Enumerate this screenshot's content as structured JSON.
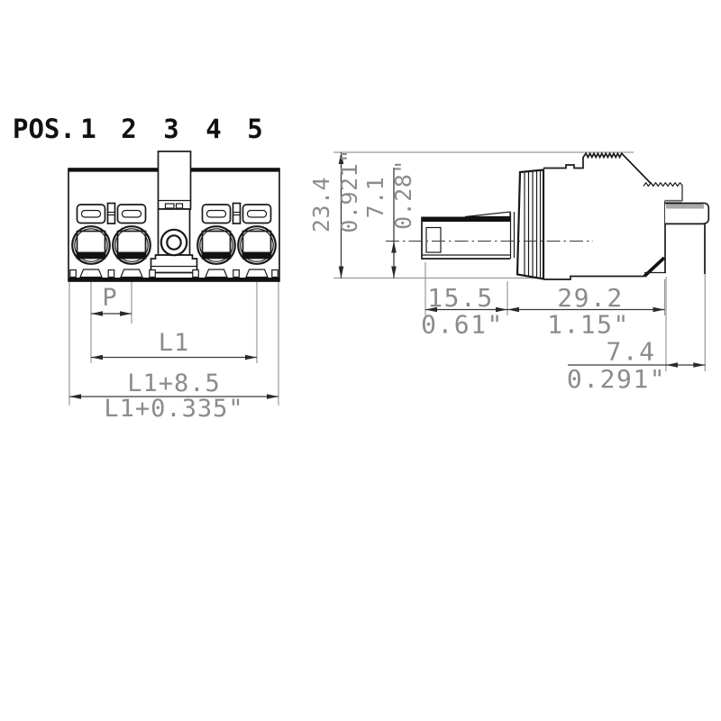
{
  "colors": {
    "outline": "#1a1a1a",
    "dim_line": "#3a3a3a",
    "dim_text": "#8c8c8c",
    "extension_line": "#999999",
    "shading": "#a9a9a9",
    "background": "#ffffff"
  },
  "front_view": {
    "pos_label": "POS.",
    "positions": [
      "1",
      "2",
      "3",
      "4",
      "5"
    ],
    "dim_pitch": "P",
    "dim_l1": "L1",
    "dim_overall_mm": "L1+8.5",
    "dim_overall_inch": "L1+0.335\""
  },
  "side_view": {
    "dim_height_mm": "23.4",
    "dim_height_inch": "0.921\"",
    "dim_center_mm": "7.1",
    "dim_center_inch": "0.28\"",
    "dim_pin_mm": "15.5",
    "dim_pin_inch": "0.61\"",
    "dim_body_mm": "29.2",
    "dim_body_inch": "1.15\"",
    "dim_latch_mm": "7.4",
    "dim_latch_inch": "0.291\""
  }
}
